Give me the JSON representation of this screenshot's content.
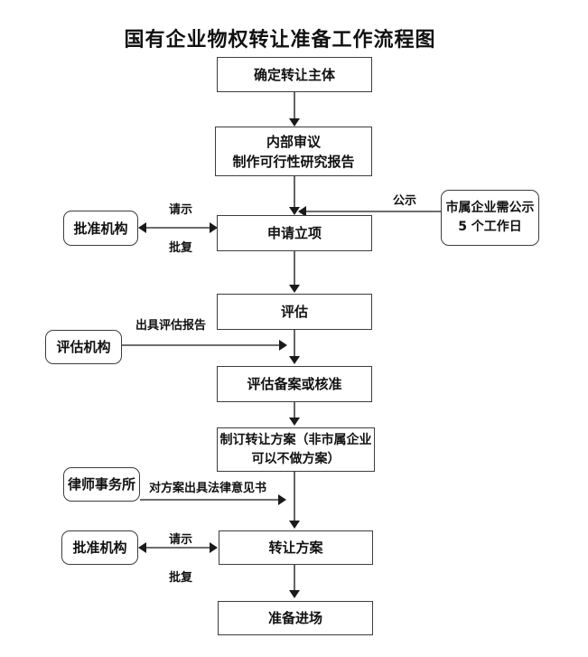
{
  "title": "国有企业物权转让准备工作流程图",
  "colors": {
    "line": "#3d3d3d",
    "arrowhead": "#1a1a1a",
    "text": "#111111",
    "background": "#ffffff"
  },
  "nodes": {
    "determine_subject": {
      "label": "确定转让主体"
    },
    "internal_review": {
      "line1": "内部审议",
      "line2": "制作可行性研究报告"
    },
    "apply_project": {
      "label": "申请立项"
    },
    "evaluation": {
      "label": "评估"
    },
    "evaluation_record": {
      "label": "评估备案或核准"
    },
    "draft_plan": {
      "line1": "制订转让方案（非市属企业",
      "line2": "可以不做方案）"
    },
    "transfer_plan": {
      "label": "转让方案"
    },
    "prepare_entry": {
      "label": "准备进场"
    },
    "approval_org_top": {
      "label": "批准机构"
    },
    "public_notice": {
      "line1": "市属企业需公示",
      "line2": "5 个工作日"
    },
    "evaluation_org": {
      "label": "评估机构"
    },
    "law_firm": {
      "label": "律师事务所"
    },
    "approval_org_bottom": {
      "label": "批准机构"
    }
  },
  "edge_labels": {
    "request_top": "请示",
    "reply_top": "批复",
    "public_notice": "公示",
    "evaluation_report": "出具评估报告",
    "legal_opinion": "对方案出具法律意见书",
    "request_bottom": "请示",
    "reply_bottom": "批复"
  }
}
